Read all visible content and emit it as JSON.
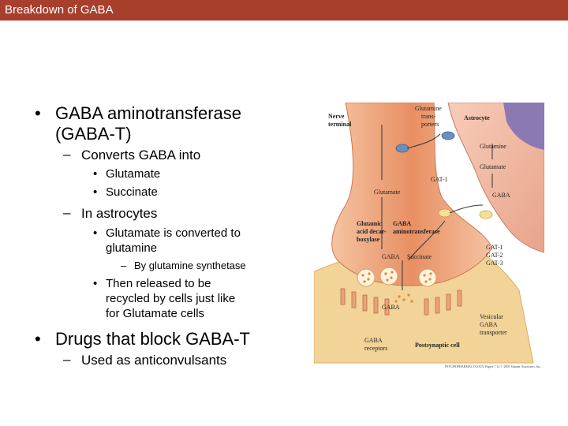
{
  "header": {
    "title": "Breakdown of GABA"
  },
  "bullets": {
    "b1_line1": "GABA aminotransferase",
    "b1_line2": "(GABA-T)",
    "b1_sub1": "Converts GABA into",
    "b1_sub1_a": "Glutamate",
    "b1_sub1_b": "Succinate",
    "b1_sub2": "In astrocytes",
    "b1_sub2_a_line1": "Glutamate is converted to",
    "b1_sub2_a_line2": "glutamine",
    "b1_sub2_a_sub": "By glutamine synthetase",
    "b1_sub2_b_line1": "Then released to be",
    "b1_sub2_b_line2": "recycled by cells just  like",
    "b1_sub2_b_line3": "for Glutamate cells",
    "b2": "Drugs that block GABA-T",
    "b2_sub1": "Used as anticonvulsants"
  },
  "figure": {
    "nerve_terminal_1": "Nerve",
    "nerve_terminal_2": "terminal",
    "glutamine_transporters_1": "Glutamine",
    "glutamine_transporters_2": "trans-",
    "glutamine_transporters_3": "porters",
    "astrocyte": "Astrocyte",
    "glutamine_a": "Glutamine",
    "glutamate_right": "Glutamate",
    "gaba_right": "GABA",
    "gat1": "GAT-1",
    "glutamate_left": "Glutamate",
    "gad_1": "Glutamic",
    "gad_2": "acid decar-",
    "gad_3": "boxylase",
    "gaba_t_1": "GABA",
    "gaba_t_2": "aminotransferase",
    "gaba_left": "GABA",
    "succinate": "Succinate",
    "gat_list_1": "GAT-1",
    "gat_list_2": "GAT-2",
    "gat_list_3": "GAT-3",
    "gaba_cleft": "GABA",
    "vgat_1": "Vesicular",
    "vgat_2": "GABA",
    "vgat_3": "transporter",
    "receptors_1": "GABA",
    "receptors_2": "receptors",
    "postsynaptic": "Postsynaptic cell",
    "credit": "PSYCHOPHARMACOLOGY, Figure 7.12  © 2005 Sinauer Associates, Inc."
  },
  "colors": {
    "title_bar": "#a83e2c",
    "nerve": "#e8956a",
    "astrocyte": "#f0b7a0",
    "astro_nucleus": "#8a79b3",
    "postsynaptic": "#f2d499",
    "transporter": "#6a8fbf"
  }
}
